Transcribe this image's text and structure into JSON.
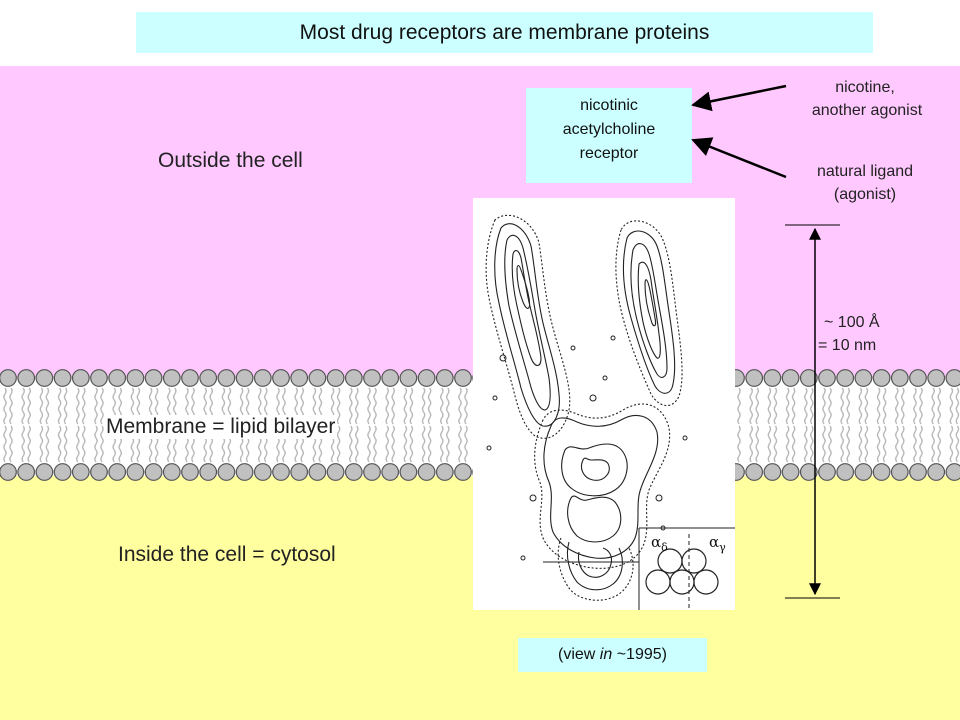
{
  "colors": {
    "outside": "#ffc8ff",
    "inside": "#ffff9f",
    "box": "#ccffff",
    "lipid_head": "#c0c0c0"
  },
  "title": "Most drug receptors are membrane proteins",
  "regions": {
    "outside": "Outside the cell",
    "membrane": "Membrane = lipid bilayer",
    "inside": "Inside the cell = cytosol"
  },
  "receptor": {
    "line1": "nicotinic",
    "line2": "acetylcholine",
    "line3": "receptor"
  },
  "agonist": {
    "line1": "nicotine,",
    "line2": "another agonist"
  },
  "ligand": {
    "line1": "natural ligand",
    "line2": "(agonist)"
  },
  "scale": {
    "line1": "~ 100 Å",
    "line2": "= 10 nm"
  },
  "view": {
    "before": "(view ",
    "italic": "in",
    "after": " ~1995)"
  },
  "micrograph": {
    "label_left_base": "α",
    "label_left_sub": "δ",
    "label_right_base": "α",
    "label_right_sub": "γ"
  }
}
